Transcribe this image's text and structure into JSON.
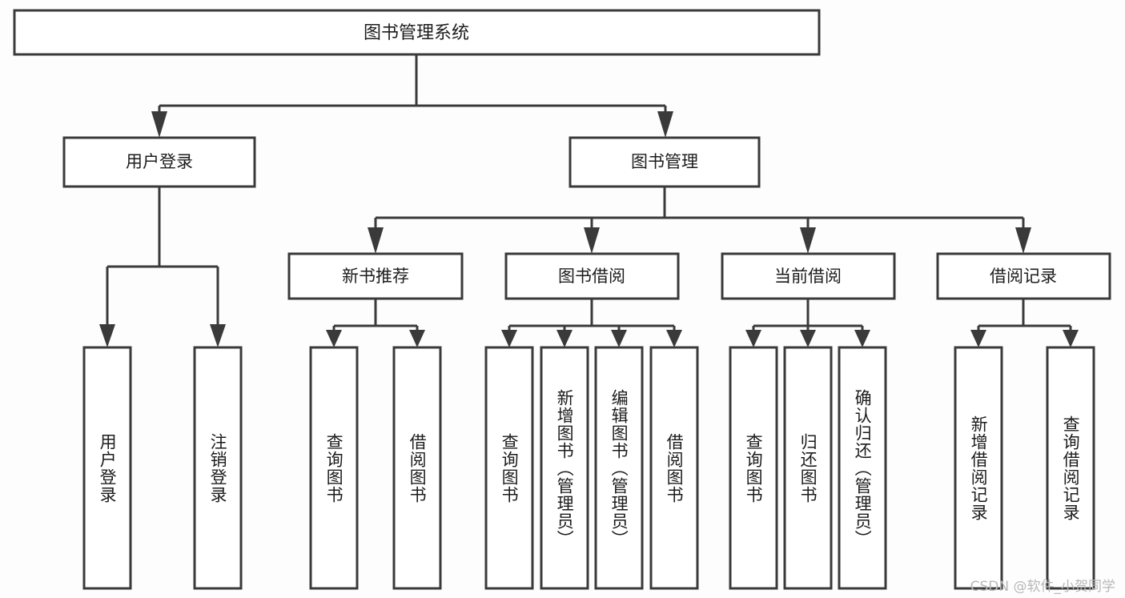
{
  "diagram": {
    "type": "tree",
    "title": "图书管理系统",
    "orientation": "top-down",
    "colors": {
      "box_stroke": "#3a3a3a",
      "box_fill": "#ffffff",
      "connector": "#3a3a3a",
      "text": "#1c1c1c",
      "background": "#fdfdfd",
      "watermark": "#b8b8b8"
    },
    "root": {
      "label": "图书管理系统"
    },
    "level2": [
      {
        "label": "用户登录"
      },
      {
        "label": "图书管理"
      }
    ],
    "level3": [
      {
        "label": "新书推荐"
      },
      {
        "label": "图书借阅"
      },
      {
        "label": "当前借阅"
      },
      {
        "label": "借阅记录"
      }
    ],
    "leaves_user_login": [
      {
        "label": "用户登录"
      },
      {
        "label": "注销登录"
      }
    ],
    "leaves_new_book": [
      {
        "label": "查询图书"
      },
      {
        "label": "借阅图书"
      }
    ],
    "leaves_borrow": [
      {
        "label": "查询图书"
      },
      {
        "label": "新增图书（管理员）"
      },
      {
        "label": "编辑图书（管理员）"
      },
      {
        "label": "借阅图书"
      }
    ],
    "leaves_current": [
      {
        "label": "查询图书"
      },
      {
        "label": "归还图书"
      },
      {
        "label": "确认归还（管理员）"
      }
    ],
    "leaves_record": [
      {
        "label": "新增借阅记录"
      },
      {
        "label": "查询借阅记录"
      }
    ]
  },
  "watermark": {
    "text": "CSDN @软件_小贺同学"
  }
}
